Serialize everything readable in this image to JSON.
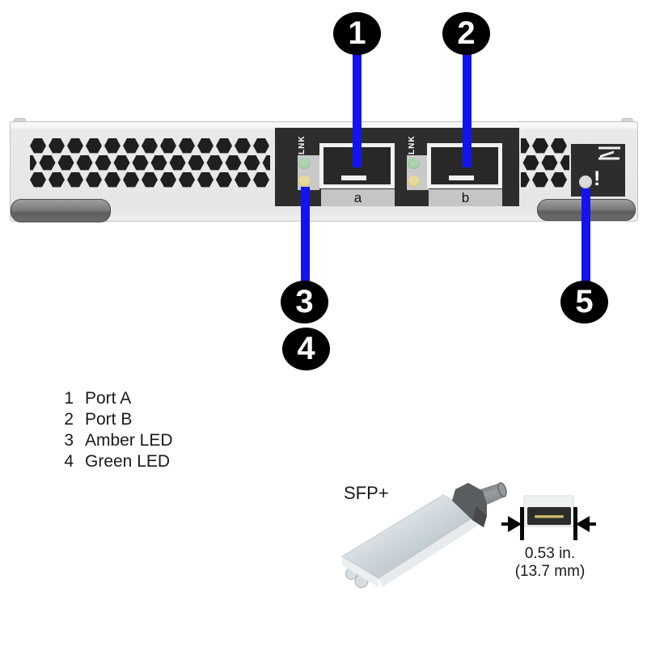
{
  "callouts": {
    "c1": "1",
    "c2": "2",
    "c3": "3",
    "c4": "4",
    "c5": "5"
  },
  "faceplate": {
    "ports": [
      {
        "id": "a",
        "label": "a",
        "led_label": "LNK"
      },
      {
        "id": "b",
        "label": "b",
        "led_label": "LNK"
      }
    ],
    "attention": {
      "mark": "!"
    }
  },
  "legend": {
    "items": [
      {
        "num": "1",
        "label": "Port A"
      },
      {
        "num": "2",
        "label": "Port B"
      },
      {
        "num": "3",
        "label": "Amber LED"
      },
      {
        "num": "4",
        "label": "Green LED"
      }
    ]
  },
  "sfp": {
    "label": "SFP+",
    "dimension_line1": "0.53 in.",
    "dimension_line2": "(13.7 mm)"
  },
  "colors": {
    "callout_line": "#1313f0",
    "callout_bubble": "#000000",
    "panel_black": "#2d2d2d",
    "faceplate_gray": "#e8e8e8",
    "green_led": "#abd3ae",
    "amber_led": "#e5dc9c",
    "attention_led": "#dcdcdc",
    "port_label_bg": "#c5c5c5",
    "handle_gray": "#7d7d7d",
    "sfp_body": "#d3dade",
    "contact_strip_gold": "#c9b469"
  }
}
